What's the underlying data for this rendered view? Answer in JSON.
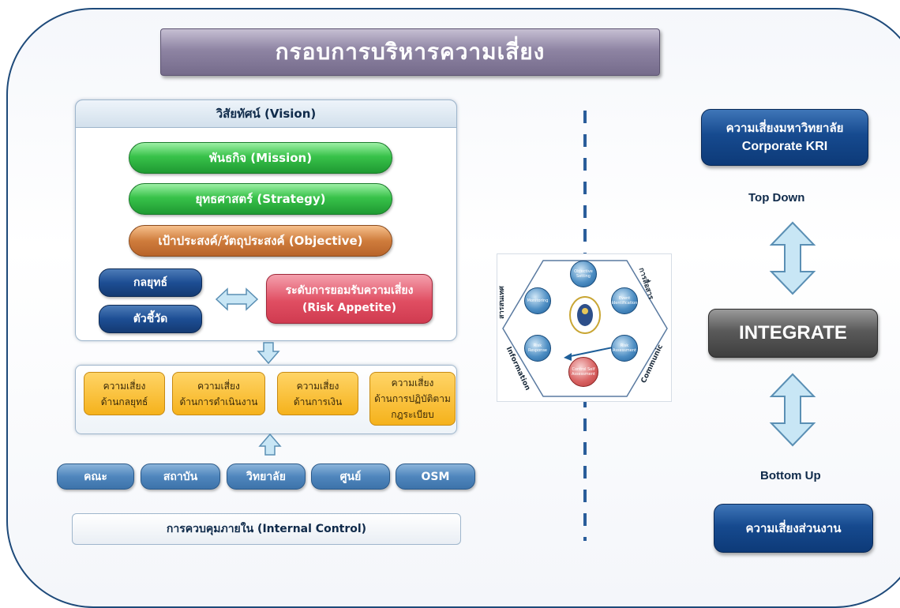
{
  "title": "กรอบการบริหารความเสี่ยง",
  "vision": {
    "header": "วิสัยทัศน์ (Vision)",
    "mission": "พันธกิจ (Mission)",
    "strategy": "ยุทธศาสตร์ (Strategy)",
    "objective": "เป้าประสงค์/วัตถุประสงค์ (Objective)",
    "strategic": "กลยุทธ์",
    "indicator": "ตัวชี้วัด",
    "appetite_line1": "ระดับการยอมรับความเสี่ยง",
    "appetite_line2": "(Risk Appetite)"
  },
  "risks": [
    {
      "line1": "ความเสี่ยง",
      "line2": "ด้านกลยุทธ์",
      "line3": ""
    },
    {
      "line1": "ความเสี่ยง",
      "line2": "ด้านการดำเนินงาน",
      "line3": ""
    },
    {
      "line1": "ความเสี่ยง",
      "line2": "ด้านการเงิน",
      "line3": ""
    },
    {
      "line1": "ความเสี่ยง",
      "line2": "ด้านการปฏิบัติตาม",
      "line3": "กฎระเบียบ"
    }
  ],
  "units": [
    "คณะ",
    "สถาบัน",
    "วิทยาลัย",
    "ศูนย์",
    "OSM"
  ],
  "internal_control": "การควบคุมภายใน (Internal Control)",
  "cycle": {
    "nodes": [
      "Objective Setting",
      "Event Identification",
      "Risk Assessment",
      "Risk Response",
      "Monitoring",
      "Control Self Assessment"
    ],
    "label_top_left": "สารสนเทศ",
    "label_top_right": "การสื่อสาร",
    "label_bottom_left": "Information",
    "label_bottom_right": "Communic"
  },
  "right": {
    "corporate_line1": "ความเสี่ยงมหาวิทยาลัย",
    "corporate_line2": "Corporate KRI",
    "top_down": "Top Down",
    "integrate": "INTEGRATE",
    "bottom_up": "Bottom Up",
    "unit_risk": "ความเสี่ยงส่วนงาน"
  },
  "colors": {
    "frame": "#1e4a7a",
    "title_bar": "#8e84a3",
    "green": "#38c24a",
    "orange": "#cf7c3c",
    "navy": "#1d4e94",
    "appetite": "#e04e62",
    "yellow": "#f5b21c",
    "unit": "#4f86bd",
    "integrate": "#5a5a5a",
    "arrow": "#c8e6f5"
  },
  "icons": {
    "double_arrow_horizontal": "double-arrow-horizontal-icon",
    "arrow_down": "arrow-down-icon",
    "arrow_up": "arrow-up-icon",
    "double_arrow_vertical": "double-arrow-vertical-icon",
    "seal": "university-seal-icon"
  }
}
